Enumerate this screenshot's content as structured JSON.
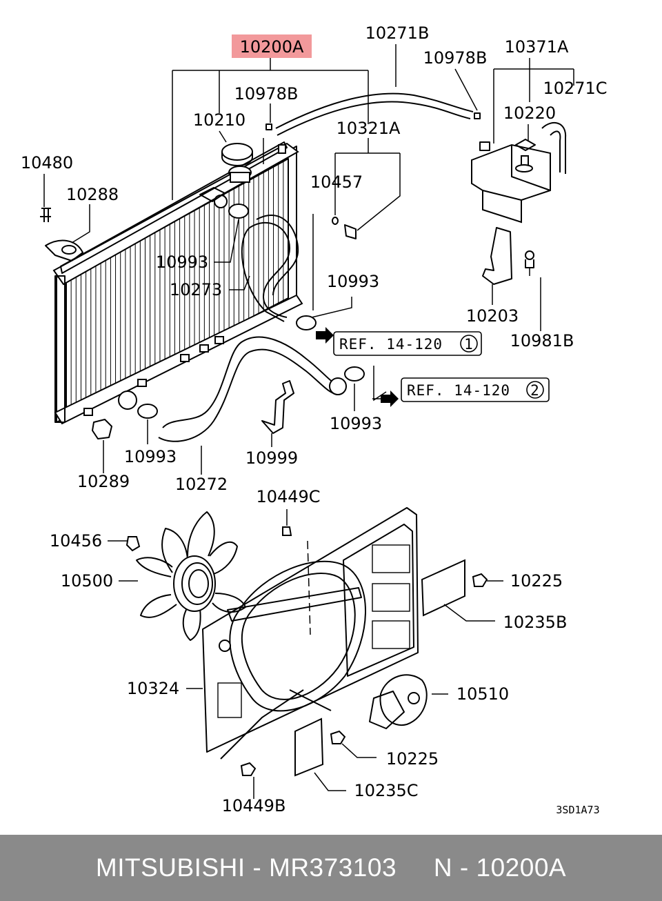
{
  "highlight_color": "#f2999b",
  "labels": {
    "p10200A": "10200A",
    "p10271B": "10271B",
    "p10978B_top": "10978B",
    "p10371A": "10371A",
    "p10978B_mid": "10978B",
    "p10271C": "10271C",
    "p10210": "10210",
    "p10220": "10220",
    "p10321A": "10321A",
    "p10480": "10480",
    "p10288": "10288",
    "p10457": "10457",
    "p10993_a": "10993",
    "p10273": "10273",
    "p10993_b": "10993",
    "p10203": "10203",
    "p10981B": "10981B",
    "p10993_c": "10993",
    "p10993_d": "10993",
    "p10999": "10999",
    "p10289": "10289",
    "p10272": "10272",
    "p10449C": "10449C",
    "p10456": "10456",
    "p10500": "10500",
    "p10225_a": "10225",
    "p10235B": "10235B",
    "p10324": "10324",
    "p10510": "10510",
    "p10225_b": "10225",
    "p10235C": "10235C",
    "p10449B": "10449B"
  },
  "refs": {
    "ref1_text": "REF. 14-120",
    "ref1_num": "1",
    "ref2_text": "REF. 14-120",
    "ref2_num": "2"
  },
  "diagram_code": "3SD1A73",
  "footer": "MITSUBISHI - MR373103     N - 10200A"
}
